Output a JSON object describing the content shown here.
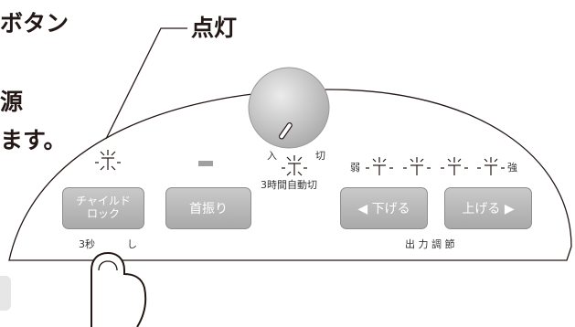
{
  "callout": {
    "lit_label": "点灯",
    "fragment_button": "ボタン",
    "fragment_source": "源",
    "fragment_masu": "ます。"
  },
  "panel": {
    "knob_on": "入",
    "knob_off": "切",
    "timer_label": "3時間自動切",
    "hold_label": "3秒",
    "hold_label_tail": "し",
    "output_label": "出 力 調 節",
    "weak_label": "弱",
    "strong_label": "強"
  },
  "buttons": {
    "child_lock_line1": "チャイルド",
    "child_lock_line2": "ロック",
    "swing": "首振り",
    "down": "◀ 下げる",
    "up": "上げる ▶"
  },
  "colors": {
    "line": "#231815",
    "button_fill": "#b7b7b7",
    "knob": "#c8c8c8",
    "indicator_off": "#a0a0a0"
  }
}
